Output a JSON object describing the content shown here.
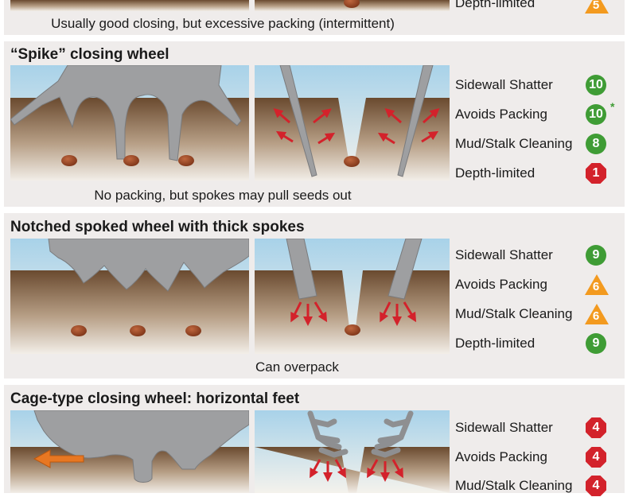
{
  "colors": {
    "panel": "#efeceb",
    "sky_top": "#a8d2e9",
    "sky_bottom": "#f4f2ec",
    "soil_top": "#6a4a2f",
    "soil_bottom": "#f2eee8",
    "wheel": "#9e9fa1",
    "seed": "#9a4a2a",
    "arrow_red": "#d3222b",
    "arrow_orange": "#e87722",
    "good": "#3f9c35",
    "medium": "#f39a1f",
    "bad": "#d3222b"
  },
  "top_fragment": {
    "caption": "Usually good closing, but excessive packing (intermittent)",
    "rating": {
      "label": "Depth-limited",
      "score": "5",
      "shape": "triangle"
    }
  },
  "sections": [
    {
      "id": "spike",
      "title": "“Spike” closing wheel",
      "caption": "No packing, but spokes may pull seeds out",
      "ratings": [
        {
          "label": "Sidewall Shatter",
          "score": "10",
          "shape": "circle",
          "note": ""
        },
        {
          "label": "Avoids Packing",
          "score": "10",
          "shape": "circle",
          "note": "*"
        },
        {
          "label": "Mud/Stalk Cleaning",
          "score": "8",
          "shape": "circle",
          "note": ""
        },
        {
          "label": "Depth-limited",
          "score": "1",
          "shape": "octagon",
          "note": ""
        }
      ]
    },
    {
      "id": "notched",
      "title": "Notched spoked wheel with thick spokes",
      "caption": "Can overpack",
      "ratings": [
        {
          "label": "Sidewall Shatter",
          "score": "9",
          "shape": "circle",
          "note": ""
        },
        {
          "label": "Avoids Packing",
          "score": "6",
          "shape": "triangle",
          "note": ""
        },
        {
          "label": "Mud/Stalk Cleaning",
          "score": "6",
          "shape": "triangle",
          "note": ""
        },
        {
          "label": "Depth-limited",
          "score": "9",
          "shape": "circle",
          "note": ""
        }
      ]
    },
    {
      "id": "cage",
      "title": "Cage-type closing wheel: horizontal feet",
      "caption": "",
      "ratings": [
        {
          "label": "Sidewall Shatter",
          "score": "4",
          "shape": "octagon",
          "note": ""
        },
        {
          "label": "Avoids Packing",
          "score": "4",
          "shape": "octagon",
          "note": ""
        },
        {
          "label": "Mud/Stalk Cleaning",
          "score": "4",
          "shape": "octagon",
          "note": ""
        }
      ]
    }
  ]
}
